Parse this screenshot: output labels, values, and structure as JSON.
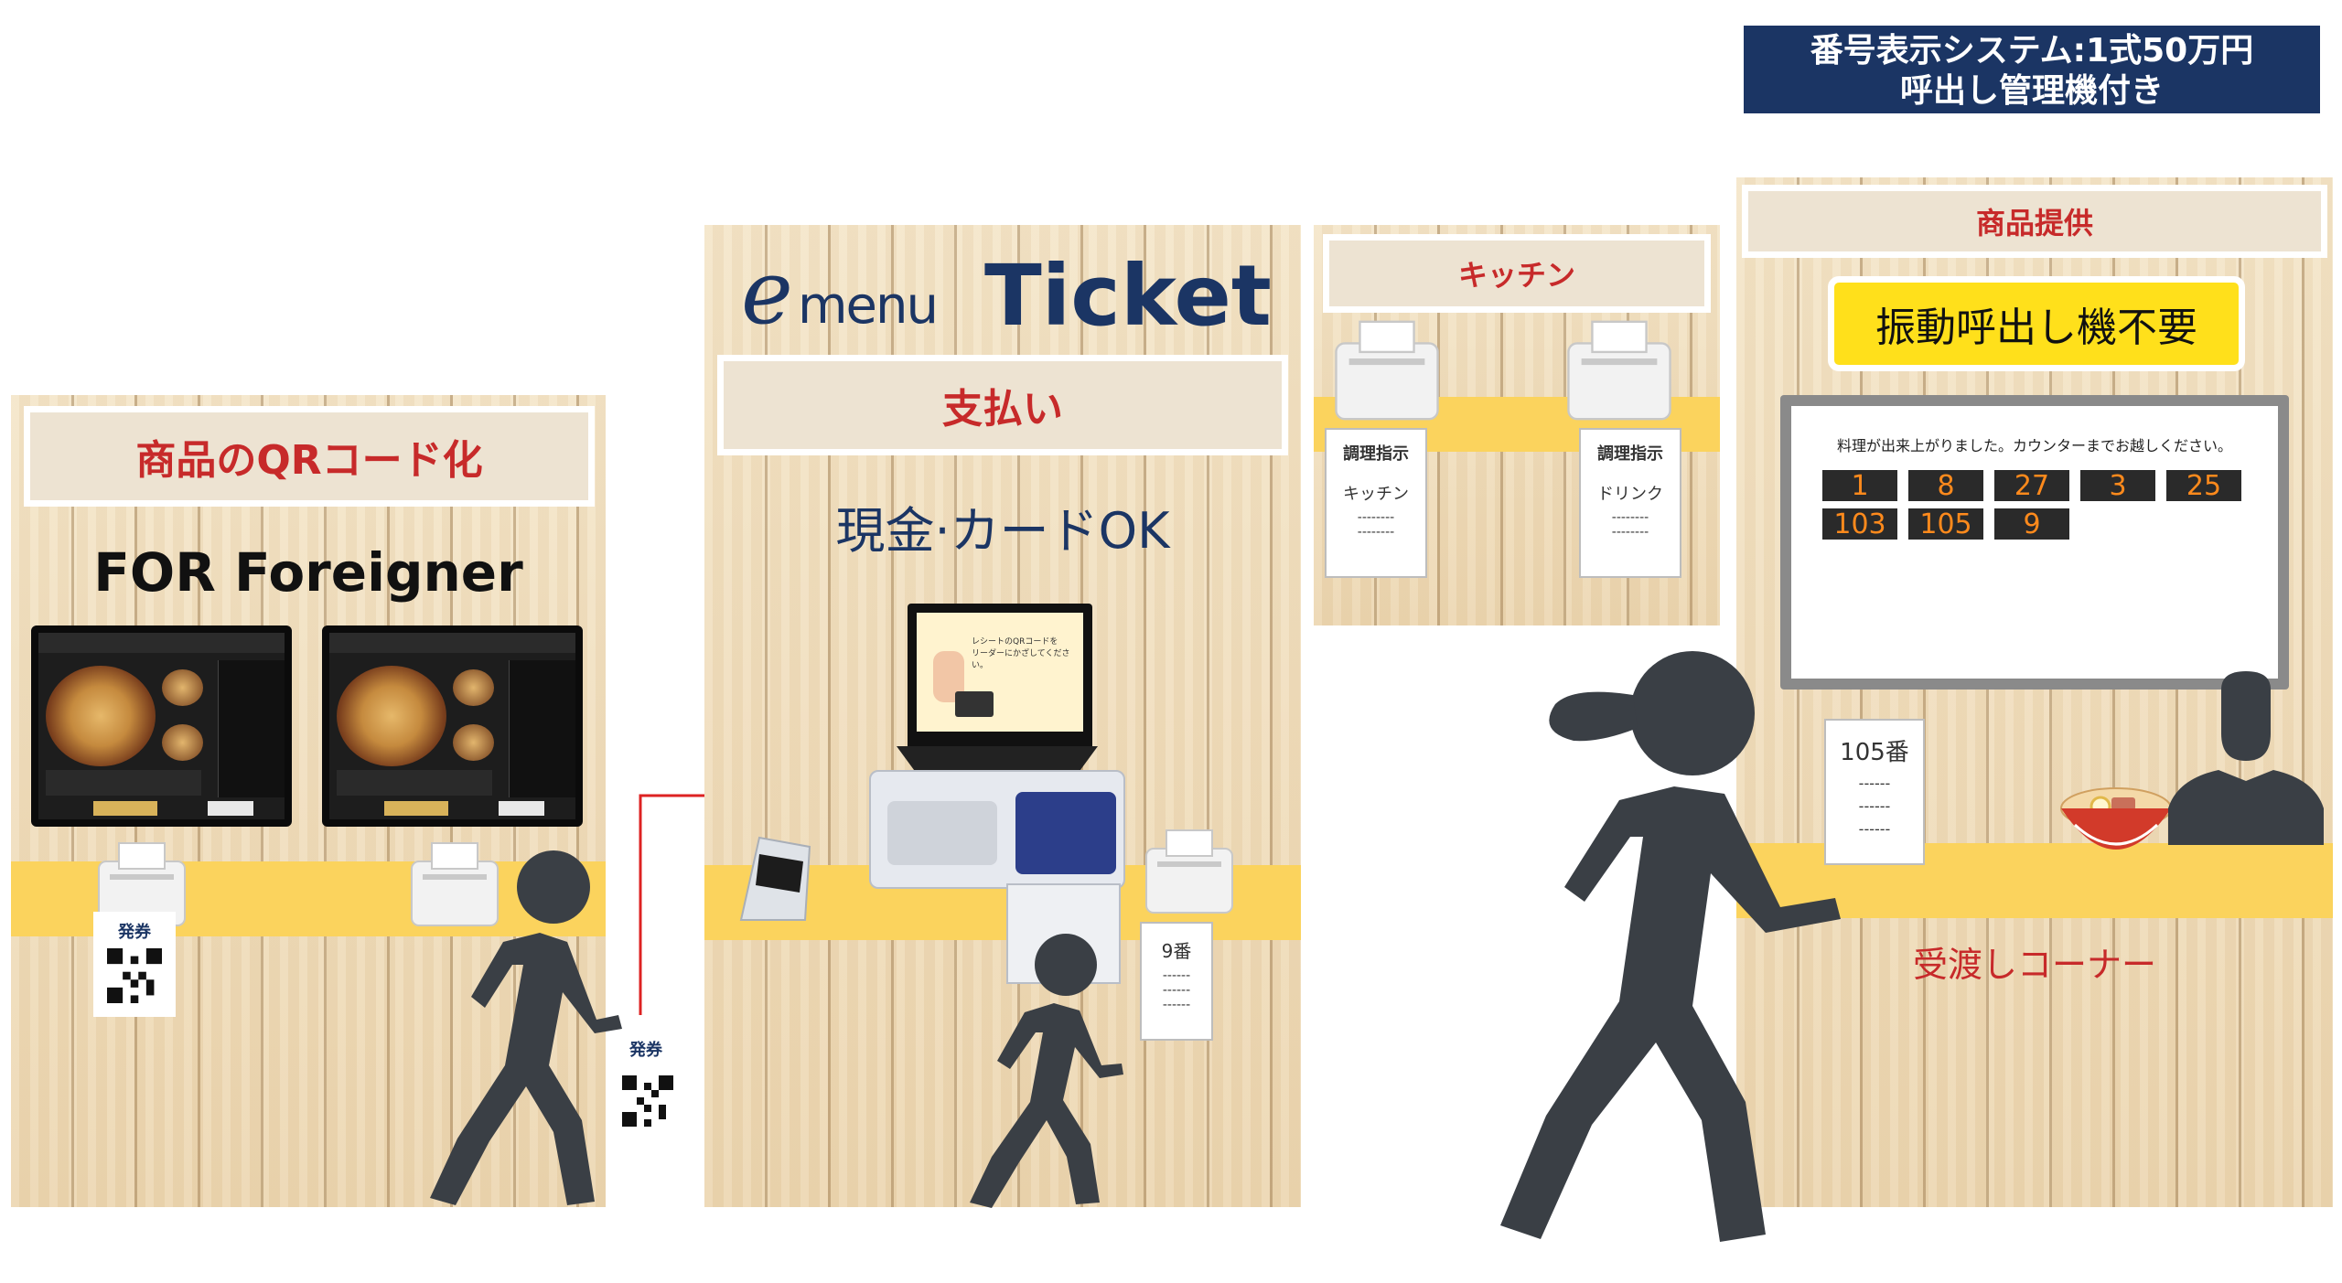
{
  "price_box": {
    "line1": "番号表示システム:1式50万円",
    "line2": "呼出し管理機付き",
    "bg": "#1b3564"
  },
  "panel1": {
    "sign": "商品のQRコード化",
    "heading": "FOR Foreigner",
    "qr_label": "発券",
    "sign_color": "#c72a2a"
  },
  "walker_qr_label": "発券",
  "panel2": {
    "logo_script": "menu",
    "logo_bold": "Ticket",
    "sign": "支払い",
    "subtitle": "現金·カードOK",
    "kiosk_screen_text": "レシートのQRコードを\nリーダーにかざしてください。",
    "receipt_text": "9番",
    "dashes": "------"
  },
  "panel3": {
    "sign": "キッチン",
    "receipts": [
      {
        "title": "調理指示",
        "item": "キッチン",
        "dash1": "--------",
        "dash2": "--------"
      },
      {
        "title": "調理指示",
        "item": "ドリンク",
        "dash1": "--------",
        "dash2": "--------"
      }
    ]
  },
  "panel4": {
    "sign": "商品提供",
    "highlight": "振動呼出し機不要",
    "monitor_message": "料理が出来上がりました。カウンターまでお越しください。",
    "numbers": [
      "1",
      "8",
      "27",
      "3",
      "25",
      "103",
      "105",
      "9"
    ],
    "receipt_text": "105番",
    "dashes": "------",
    "counter_label": "受渡しコーナー"
  },
  "colors": {
    "navy": "#1b3564",
    "red": "#c72a2a",
    "yellow": "#ffe01b",
    "counter": "#fbd35d",
    "silhouette": "#3a3f45"
  }
}
